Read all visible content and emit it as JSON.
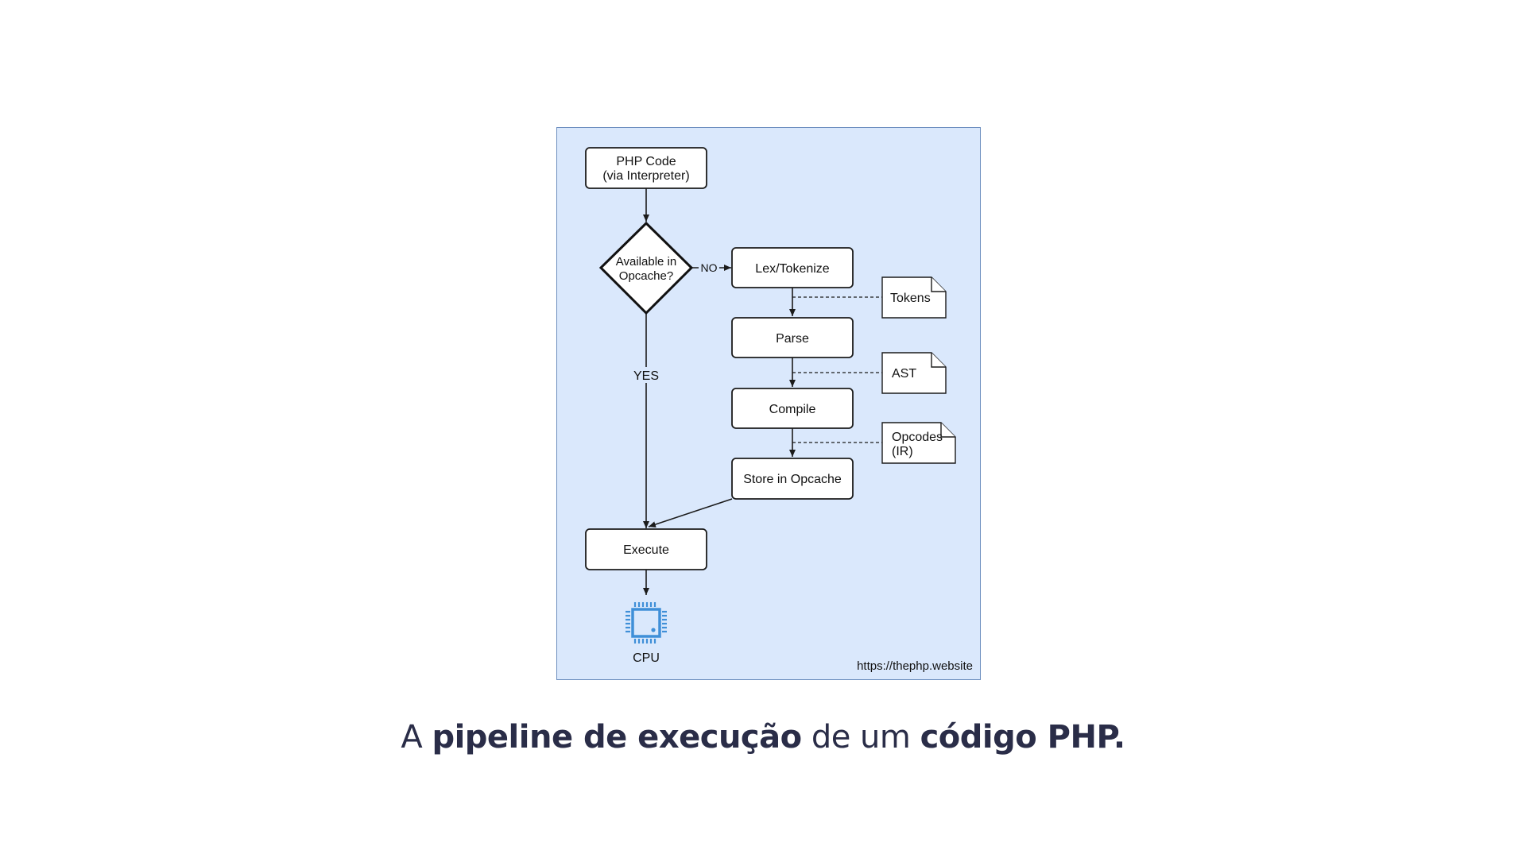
{
  "diagram": {
    "start_node": {
      "line1": "PHP Code",
      "line2": "(via Interpreter)"
    },
    "decision": {
      "line1": "Available in",
      "line2": "Opcache?"
    },
    "edge_no_label": "NO",
    "edge_yes_label": "YES",
    "lex_node": "Lex/Tokenize",
    "parse_node": "Parse",
    "compile_node": "Compile",
    "store_node": "Store in Opcache",
    "execute_node": "Execute",
    "tokens_note": "Tokens",
    "ast_note": "AST",
    "opcodes_note": {
      "line1": "Opcodes",
      "line2": "(IR)"
    },
    "cpu_label": "CPU",
    "source_url": "https://thephp.website",
    "colors": {
      "panel_fill": "#dae8fc",
      "panel_border": "#6c8ebf",
      "cpu_icon": "#3f8fd8",
      "caption_text": "#2a2d48"
    }
  },
  "caption": {
    "part1": "A ",
    "part2": "pipeline de execução",
    "part3": " de um ",
    "part4": "código PHP."
  }
}
